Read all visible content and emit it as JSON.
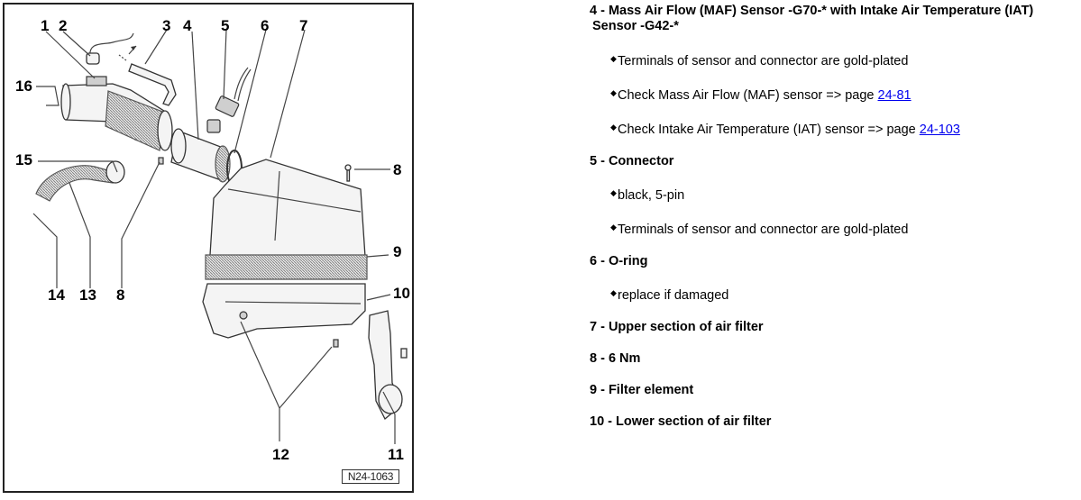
{
  "figure": {
    "id_label": "N24-1063",
    "callouts": [
      "1",
      "2",
      "3",
      "4",
      "5",
      "6",
      "7",
      "8",
      "8",
      "9",
      "10",
      "11",
      "12",
      "13",
      "14",
      "15",
      "16"
    ]
  },
  "legend": {
    "items": [
      {
        "title": "4 - Mass Air Flow (MAF) Sensor -G70-* with Intake Air Temperature (IAT)",
        "title_cont": "Sensor -G42-*",
        "bullets": [
          {
            "text": "Terminals of sensor and connector are gold-plated"
          },
          {
            "text": "Check Mass Air Flow (MAF) sensor => page ",
            "link": "24-81"
          },
          {
            "text": "Check Intake Air Temperature (IAT) sensor => page ",
            "link": "24-103"
          }
        ]
      },
      {
        "title": "5 - Connector",
        "bullets": [
          {
            "text": "black, 5-pin"
          },
          {
            "text": "Terminals of sensor and connector are gold-plated"
          }
        ]
      },
      {
        "title": "6 - O-ring",
        "bullets": [
          {
            "text": "replace if damaged"
          }
        ]
      },
      {
        "title": "7 - Upper section of air filter"
      },
      {
        "title": "8 - 6 Nm"
      },
      {
        "title": "9 - Filter element"
      },
      {
        "title": "10 - Lower section of air filter"
      }
    ],
    "link_color": "#0000ee"
  }
}
